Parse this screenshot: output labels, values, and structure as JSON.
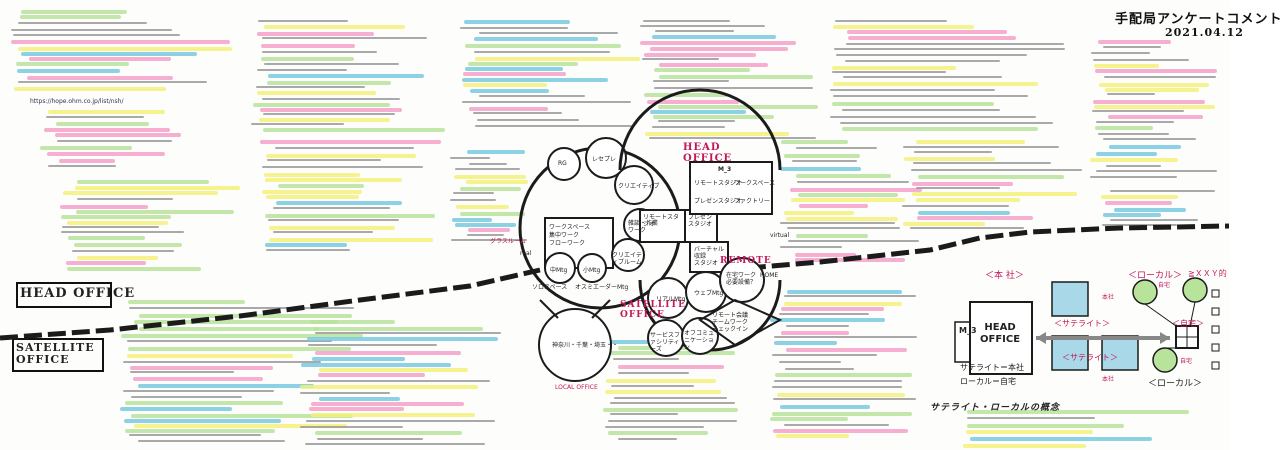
{
  "header": {
    "title": "手配局アンケートコメント",
    "date": "2021.04.12"
  },
  "left": {
    "head_office_label": "HEAD OFFICE",
    "satellite_office_label": "SATELLITE OFFICE",
    "url": "https://hope.ohm.co.jp/list/nsh/"
  },
  "center_diagram": {
    "rg": "RG",
    "regulars": "レセプレ",
    "creative": "クリエイティブ",
    "workspace": "ワークスペース\n集中ワーク\nフローワーク",
    "meeting_work": "雑談・作業\nワーク",
    "middle_mtg": "中Mtg",
    "small_mtg": "小Mtg",
    "creative_room": "クリエイティブルーム",
    "grass_room": "グラスルーム",
    "solo_space": "ソロスペース",
    "osukoru": "オスミエーダーMtg",
    "local_office": "LOCAL OFFICE",
    "satellite_office": "SATELLITE OFFICE",
    "head_office_arc": "HEAD OFFICE",
    "remote_arc": "REMOTE",
    "home": "HOME",
    "virtual": "virtual",
    "real": "real",
    "studio_remote": "リモートスタジオ",
    "studio_presen": "プレゼンスタジオ",
    "studio_presen2": "プレゼンスタジオ",
    "studio_physical": "バーチャル\n収録\nスタジオ",
    "m3_box": "M_3",
    "remote_studio2": "リモートスタジオ",
    "workspace2": "ワークスペース",
    "presen_studio3": "プレゼンスタジオ",
    "factory": "ファクトリー",
    "real_mtg": "リアルMtg",
    "web_mtg": "ウェブMtg",
    "remote_web_mtg": "リモート会議\nチームワーク\nチェックイン",
    "service_facility": "サービスファシリティーズ",
    "office_communication": "オフコミュニケーション",
    "home_work_question": "在宅ワーク\n必要設備？",
    "regions": "神奈川・千葉・埼玉・・"
  },
  "right_diagram": {
    "honsha_top": "＜本 社＞",
    "local_top": "＜ローカル＞",
    "local_top_extra": "≧ＸＸＹ的",
    "home_label_1": "自宅",
    "m3": "M_3",
    "head_office": "HEAD\nOFFICE",
    "honsha_box1": "本社",
    "satellite_top": "＜サテライト＞",
    "jitaku_center": "＜自宅＞",
    "satellite_mid": "＜サテライト＞",
    "honsha_box2": "本社",
    "home_label_2": "自宅",
    "local_bottom": "＜ローカル＞",
    "legend_1": "サテライト＝本社",
    "legend_2": "ローカル＝自宅",
    "signature": "サテライト・ローカルの概念"
  },
  "colors": {
    "yellow": "#f4f07a",
    "pink": "#f6a1c9",
    "blue": "#79c9e0",
    "green": "#b8e39b",
    "line": "#1b1b1b",
    "box_fill": "#a9d8e8",
    "circle_fill": "#b8e39b"
  }
}
